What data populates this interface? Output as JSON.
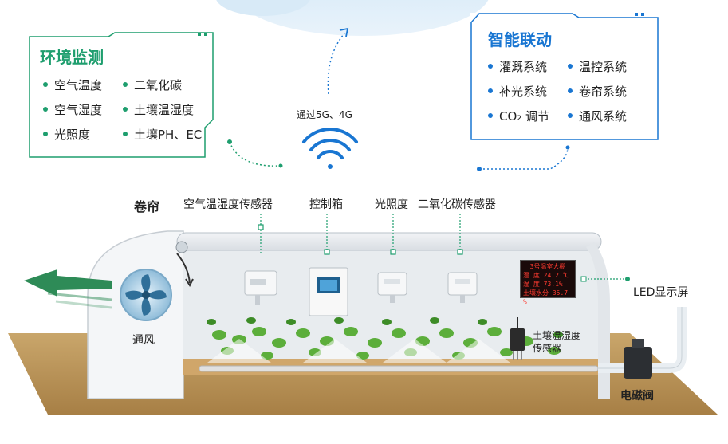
{
  "env_panel": {
    "title": "环境监测",
    "items": [
      "空气温度",
      "二氧化碳",
      "空气湿度",
      "土壤温湿度",
      "光照度",
      "土壤PH、EC"
    ]
  },
  "smart_panel": {
    "title": "智能联动",
    "items": [
      "灌溉系统",
      "温控系统",
      "补光系统",
      "卷帘系统",
      "CO₂ 调节",
      "通风系统"
    ]
  },
  "network_label": "通过5G、4G",
  "labels": {
    "curtain": "卷帘",
    "air_sensor": "空气温湿度传感器",
    "control_box": "控制箱",
    "light": "光照度",
    "co2_sensor": "二氧化碳传感器",
    "led": "LED显示屏",
    "ventilation": "通风",
    "soil_sensor_line1": "土壤温湿度",
    "soil_sensor_line2": "传感器",
    "valve": "电磁阀"
  },
  "led_display": {
    "header": "3号温室大棚",
    "rows": [
      {
        "name": "温  度",
        "value": "24.2 ℃"
      },
      {
        "name": "湿  度",
        "value": "73.1%"
      },
      {
        "name": "土壤水分",
        "value": "35.7 %"
      }
    ]
  },
  "colors": {
    "env_accent": "#1e9e6e",
    "smart_accent": "#1976d2",
    "arrow_green": "#2e8b57",
    "led_red": "#e53935"
  }
}
